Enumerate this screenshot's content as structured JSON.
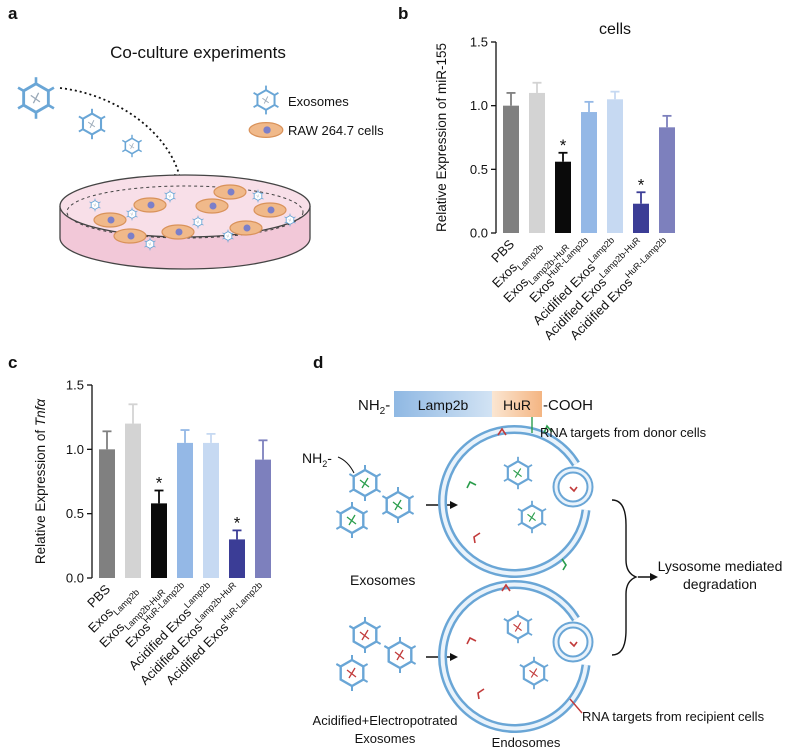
{
  "panels": {
    "a": {
      "letter": "a",
      "title": "Co-culture experiments",
      "legend": [
        "Exosomes",
        "RAW 264.7 cells"
      ]
    },
    "b": {
      "letter": "b"
    },
    "c": {
      "letter": "c"
    },
    "d": {
      "letter": "d",
      "construct": {
        "nh2": "NH",
        "nh2_sub": "2",
        "segment1": "Lamp2b",
        "segment2": "HuR",
        "cooh": "-COOH"
      },
      "nh2_label": "NH",
      "nh2_label_sub": "2",
      "donor_label": "RNA targets from donor cells",
      "recipient_label": "RNA targets from recipient cells",
      "exosomes_label": "Exosomes",
      "acidified_label_1": "Acidified+Electropotrated",
      "acidified_label_2": "Exosomes",
      "endosomes_label": "Endosomes",
      "outcome_label_1": "Lysosome mediated",
      "outcome_label_2": "degradation"
    }
  },
  "categories": [
    {
      "base": "PBS",
      "sup": "",
      "sub": ""
    },
    {
      "base": "Exos",
      "sup": "",
      "sub": "Lamp2b"
    },
    {
      "base": "Exos",
      "sup": "",
      "sub": "Lamp2b-HuR"
    },
    {
      "base": "Exos",
      "sup": "HuR-Lamp2b",
      "sub": ""
    },
    {
      "base": "Acidified Exos",
      "sup": "Lamp2b",
      "sub": ""
    },
    {
      "base": "Acidified Exos",
      "sup": "Lamp2b-HuR",
      "sub": ""
    },
    {
      "base": "Acidified Exos",
      "sup": "HuR-Lamp2b",
      "sub": ""
    }
  ],
  "colors": [
    "#808080",
    "#d3d3d3",
    "#0a0a0a",
    "#94b8e6",
    "#c6d9f2",
    "#3b3d96",
    "#7d80bd"
  ],
  "chart_data": [
    {
      "type": "bar",
      "title": "cells",
      "ylabel": "Relative Expression  of miR-155",
      "ylabel_italic": "",
      "ylim": [
        0,
        1.5
      ],
      "yticks": [
        "0.0",
        "0.5",
        "1.0",
        "1.5"
      ],
      "values": [
        1.0,
        1.1,
        0.56,
        0.95,
        1.05,
        0.23,
        0.83
      ],
      "errors": [
        0.1,
        0.08,
        0.07,
        0.08,
        0.06,
        0.09,
        0.09
      ],
      "significant": [
        false,
        false,
        true,
        false,
        false,
        true,
        false
      ],
      "significance_mark": "*"
    },
    {
      "type": "bar",
      "title": "",
      "ylabel": "Relative Expression of ",
      "ylabel_italic": "Tnfα",
      "ylim": [
        0,
        1.5
      ],
      "yticks": [
        "0.0",
        "0.5",
        "1.0",
        "1.5"
      ],
      "values": [
        1.0,
        1.2,
        0.58,
        1.05,
        1.05,
        0.3,
        0.92
      ],
      "errors": [
        0.14,
        0.15,
        0.1,
        0.1,
        0.07,
        0.07,
        0.15
      ],
      "significant": [
        false,
        false,
        true,
        false,
        false,
        true,
        false
      ],
      "significance_mark": "*"
    }
  ]
}
